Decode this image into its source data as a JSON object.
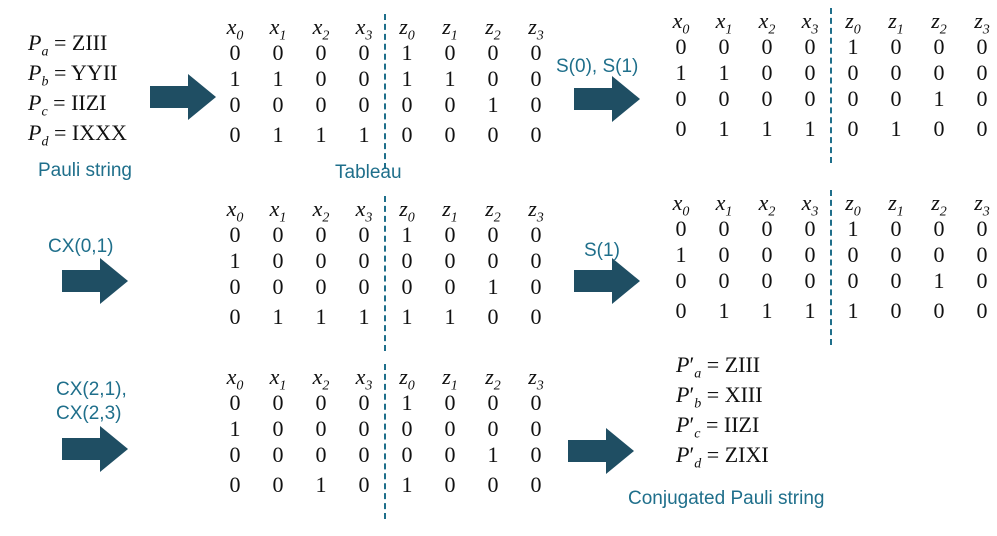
{
  "colors": {
    "accent": "#1f6f8b",
    "arrow": "#1f4e63"
  },
  "pauli_input": {
    "lines": [
      {
        "sym": "P",
        "sub": "a",
        "prime": false,
        "value": "ZIII"
      },
      {
        "sym": "P",
        "sub": "b",
        "prime": false,
        "value": "YYII"
      },
      {
        "sym": "P",
        "sub": "c",
        "prime": false,
        "value": "IIZI"
      },
      {
        "sym": "P",
        "sub": "d",
        "prime": false,
        "value": "IXXX"
      }
    ],
    "caption": "Pauli string"
  },
  "pauli_output": {
    "lines": [
      {
        "sym": "P",
        "sub": "a",
        "prime": true,
        "value": "ZIII"
      },
      {
        "sym": "P",
        "sub": "b",
        "prime": true,
        "value": "XIII"
      },
      {
        "sym": "P",
        "sub": "c",
        "prime": true,
        "value": "IIZI"
      },
      {
        "sym": "P",
        "sub": "d",
        "prime": true,
        "value": "ZIXI"
      }
    ],
    "caption": "Conjugated Pauli string"
  },
  "tableau_caption": "Tableau",
  "headers": [
    "x0",
    "x1",
    "x2",
    "x3",
    "z0",
    "z1",
    "z2",
    "z3"
  ],
  "tableaus": [
    {
      "id": "t1",
      "rows": [
        [
          0,
          0,
          0,
          0,
          1,
          0,
          0,
          0
        ],
        [
          1,
          1,
          0,
          0,
          1,
          1,
          0,
          0
        ],
        [
          0,
          0,
          0,
          0,
          0,
          0,
          1,
          0
        ],
        [
          0,
          1,
          1,
          1,
          0,
          0,
          0,
          0
        ]
      ]
    },
    {
      "id": "t2",
      "rows": [
        [
          0,
          0,
          0,
          0,
          1,
          0,
          0,
          0
        ],
        [
          1,
          1,
          0,
          0,
          0,
          0,
          0,
          0
        ],
        [
          0,
          0,
          0,
          0,
          0,
          0,
          1,
          0
        ],
        [
          0,
          1,
          1,
          1,
          0,
          1,
          0,
          0
        ]
      ]
    },
    {
      "id": "t3",
      "rows": [
        [
          0,
          0,
          0,
          0,
          1,
          0,
          0,
          0
        ],
        [
          1,
          0,
          0,
          0,
          0,
          0,
          0,
          0
        ],
        [
          0,
          0,
          0,
          0,
          0,
          0,
          1,
          0
        ],
        [
          0,
          1,
          1,
          1,
          1,
          1,
          0,
          0
        ]
      ]
    },
    {
      "id": "t4",
      "rows": [
        [
          0,
          0,
          0,
          0,
          1,
          0,
          0,
          0
        ],
        [
          1,
          0,
          0,
          0,
          0,
          0,
          0,
          0
        ],
        [
          0,
          0,
          0,
          0,
          0,
          0,
          1,
          0
        ],
        [
          0,
          1,
          1,
          1,
          1,
          0,
          0,
          0
        ]
      ]
    },
    {
      "id": "t5",
      "rows": [
        [
          0,
          0,
          0,
          0,
          1,
          0,
          0,
          0
        ],
        [
          1,
          0,
          0,
          0,
          0,
          0,
          0,
          0
        ],
        [
          0,
          0,
          0,
          0,
          0,
          0,
          1,
          0
        ],
        [
          0,
          0,
          1,
          0,
          1,
          0,
          0,
          0
        ]
      ]
    }
  ],
  "steps": [
    {
      "id": "s1",
      "label": ""
    },
    {
      "id": "s2",
      "label": "S(0), S(1)"
    },
    {
      "id": "s3",
      "label": "CX(0,1)"
    },
    {
      "id": "s4",
      "label": "S(1)"
    },
    {
      "id": "s5",
      "label": "CX(2,1),\nCX(2,3)"
    },
    {
      "id": "s6",
      "label": ""
    }
  ]
}
